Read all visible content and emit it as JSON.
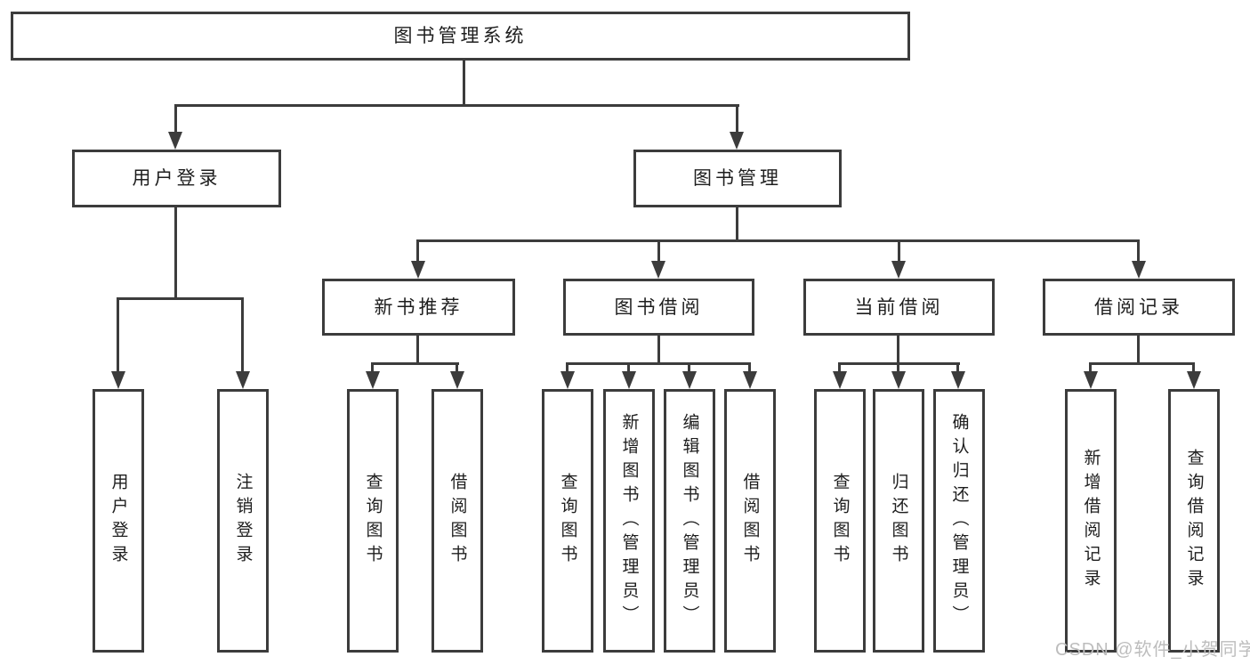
{
  "tree": {
    "root": {
      "label": "图书管理系统"
    },
    "branches": [
      {
        "label": "用户登录",
        "children": [
          {
            "label": "用户登录"
          },
          {
            "label": "注销登录"
          }
        ]
      },
      {
        "label": "图书管理",
        "children": [
          {
            "label": "新书推荐",
            "children": [
              {
                "label": "查询图书"
              },
              {
                "label": "借阅图书"
              }
            ]
          },
          {
            "label": "图书借阅",
            "children": [
              {
                "label": "查询图书"
              },
              {
                "label": "新增图书（管理员）"
              },
              {
                "label": "编辑图书（管理员）"
              },
              {
                "label": "借阅图书"
              }
            ]
          },
          {
            "label": "当前借阅",
            "children": [
              {
                "label": "查询图书"
              },
              {
                "label": "归还图书"
              },
              {
                "label": "确认归还（管理员）"
              }
            ]
          },
          {
            "label": "借阅记录",
            "children": [
              {
                "label": "新增借阅记录"
              },
              {
                "label": "查询借阅记录"
              }
            ]
          }
        ]
      }
    ]
  },
  "watermark": {
    "text": "CSDN @软件_小贺同学"
  },
  "colors": {
    "line": "#3c3c3c",
    "text": "#1e1e1e",
    "background": "#ffffff",
    "watermark": "#bdbdbd"
  }
}
